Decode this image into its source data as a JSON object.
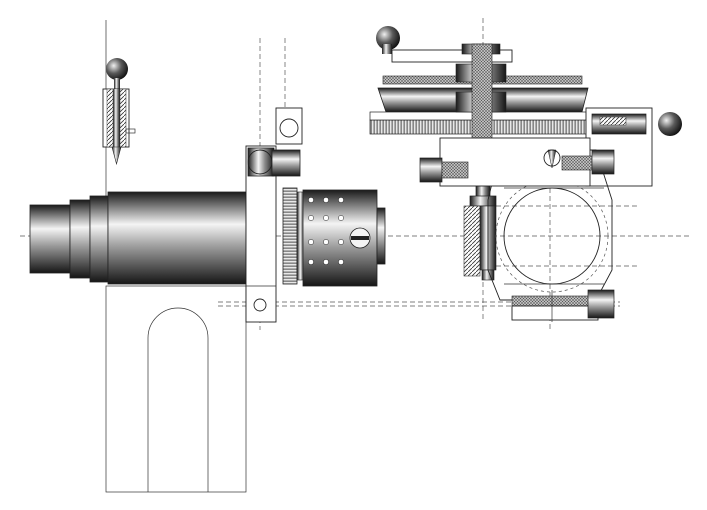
{
  "drawing": {
    "subject": "machine-tool-attachment-drawing",
    "colors": {
      "line": "#222222",
      "centerline": "#555555",
      "metal_dark": "#1e1e1e",
      "metal_light": "#f2f2f2",
      "knurl": "#6a6a6a",
      "background": "#ffffff"
    },
    "parts": [
      {
        "id": "base-column",
        "style": "outline"
      },
      {
        "id": "spindle-body",
        "style": "shaded-cylinder"
      },
      {
        "id": "micrometer-dial",
        "style": "shaded-cylinder"
      },
      {
        "id": "gear-ring",
        "style": "toothed"
      },
      {
        "id": "mounting-plate",
        "style": "outline"
      },
      {
        "id": "small-tool-holder",
        "style": "shaded-cylinder"
      },
      {
        "id": "handwheel",
        "style": "shaded-cylinder"
      },
      {
        "id": "lever-handle",
        "style": "ball-handle"
      },
      {
        "id": "side-handle",
        "style": "ball-handle"
      },
      {
        "id": "vertical-spindle",
        "style": "shaded-cylinder"
      },
      {
        "id": "clamp-ring",
        "style": "outline"
      },
      {
        "id": "adjusting-screws",
        "style": "knurled"
      }
    ]
  }
}
